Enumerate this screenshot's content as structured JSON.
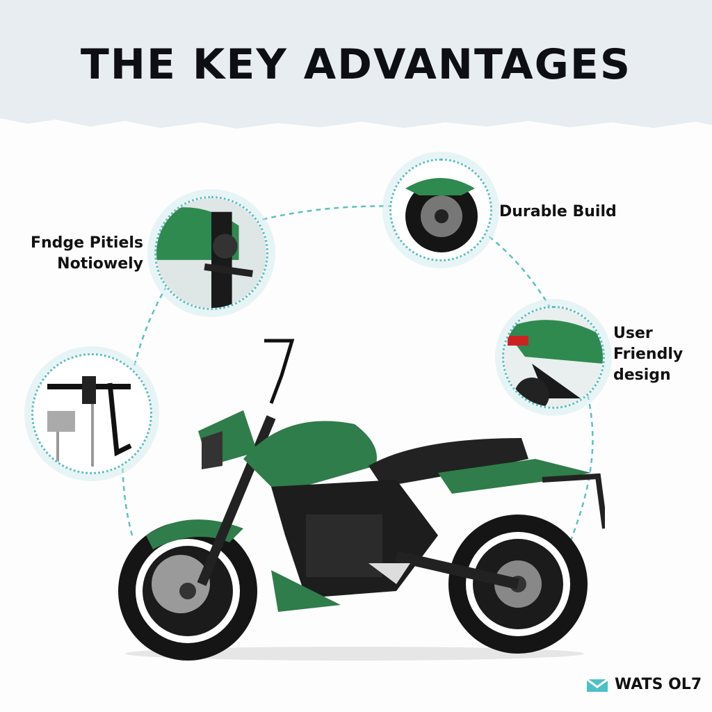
{
  "title": "THE KEY ADVANTAGES",
  "features": [
    {
      "label_line1": "Fndge Pitiels",
      "label_line2": "Notiowely"
    },
    {
      "label_line1": "Durable Build"
    },
    {
      "label_line1": "User",
      "label_line2": "Friendly",
      "label_line3": "design"
    }
  ],
  "brand": {
    "name": "WATS OL7"
  },
  "colors": {
    "accent": "#5cc0c0",
    "bike_green": "#2e7d4a",
    "header_bg": "#e7edf1"
  }
}
